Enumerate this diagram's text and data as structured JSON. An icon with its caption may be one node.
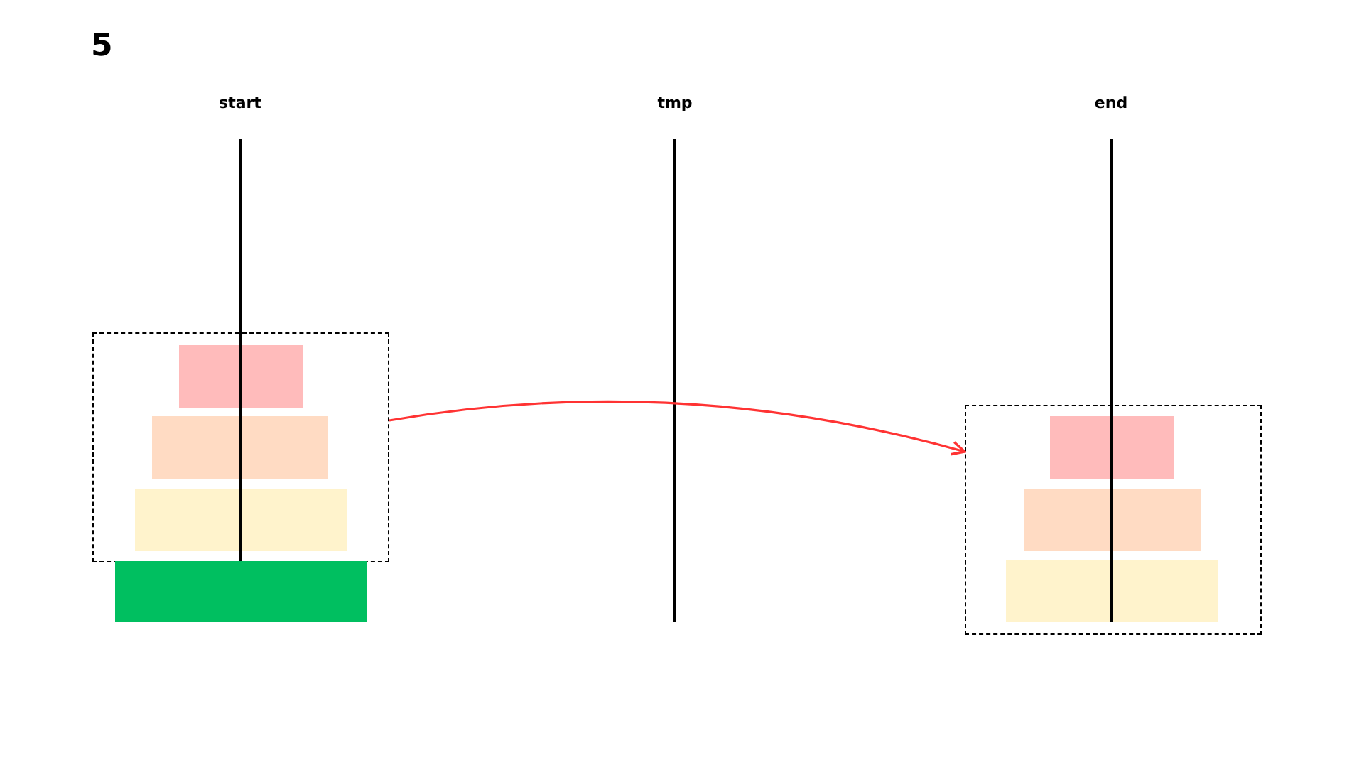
{
  "diagram": {
    "title": "5",
    "nodes": [
      {
        "text": [],
        "shape": "box"
      },
      {
        "text": [],
        "shape": "bar",
        "in": 0
      },
      {
        "text": [],
        "shape": "bar",
        "in": 0
      },
      {
        "text": [],
        "shape": "bar",
        "in": 0
      },
      {
        "text": [],
        "shape": "bar"
      },
      {
        "text": [],
        "shape": "box"
      },
      {
        "text": [],
        "shape": "bar",
        "in": 5
      },
      {
        "text": [],
        "shape": "bar",
        "in": 5
      },
      {
        "text": [],
        "shape": "bar",
        "in": 5
      }
    ],
    "edges": [
      {
        "from": 0,
        "to": 5,
        "arrow": "to"
      }
    ],
    "labels": [
      "start",
      "tmp",
      "end"
    ]
  }
}
